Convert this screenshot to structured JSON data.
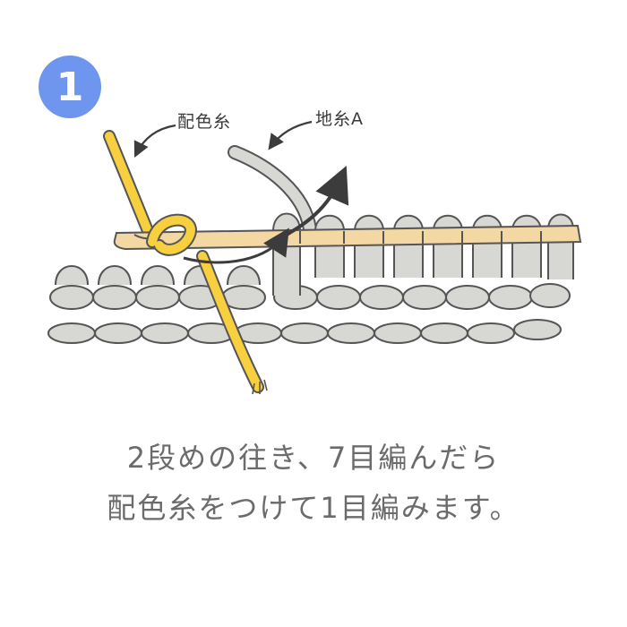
{
  "step_number": "1",
  "labels": {
    "contrast_yarn": "配色糸",
    "main_yarn": "地糸A"
  },
  "caption": {
    "line1": "2段めの往き、7目編んだら",
    "line2": "配色糸をつけて1目編みます。"
  },
  "colors": {
    "badge": "#6f96ef",
    "contrast_yarn": "#f7cf3f",
    "main_yarn": "#d7d7d3",
    "needle": "#f3d8a3",
    "outline": "#555555",
    "arrow": "#3c3c3c"
  },
  "icons": {
    "badge": "circled-number",
    "arrow": "curved-arrow"
  }
}
